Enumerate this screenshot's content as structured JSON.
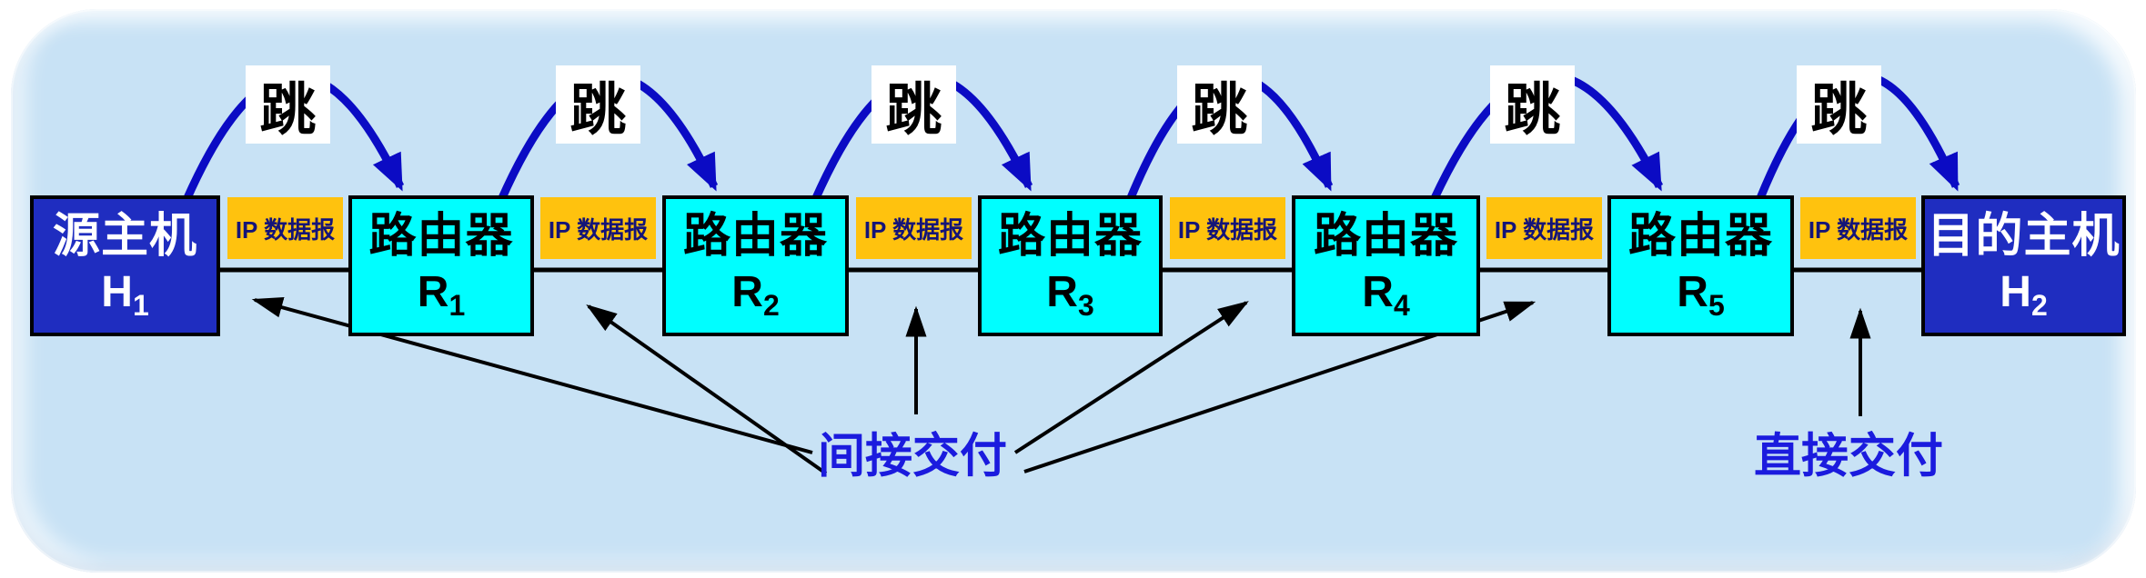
{
  "figure_title": "IP datagram hop-by-hop delivery diagram",
  "nodes": [
    {
      "name": "源主机",
      "id_base": "H",
      "id_sub": "1",
      "kind": "host"
    },
    {
      "name": "路由器",
      "id_base": "R",
      "id_sub": "1",
      "kind": "router"
    },
    {
      "name": "路由器",
      "id_base": "R",
      "id_sub": "2",
      "kind": "router"
    },
    {
      "name": "路由器",
      "id_base": "R",
      "id_sub": "3",
      "kind": "router"
    },
    {
      "name": "路由器",
      "id_base": "R",
      "id_sub": "4",
      "kind": "router"
    },
    {
      "name": "路由器",
      "id_base": "R",
      "id_sub": "5",
      "kind": "router"
    },
    {
      "name": "目的主机",
      "id_base": "H",
      "id_sub": "2",
      "kind": "host"
    }
  ],
  "ip_labels": [
    "IP 数据报",
    "IP 数据报",
    "IP 数据报",
    "IP 数据报",
    "IP 数据报",
    "IP 数据报"
  ],
  "hop_labels": [
    "跳",
    "跳",
    "跳",
    "跳",
    "跳",
    "跳"
  ],
  "annotations": {
    "indirect": "间接交付",
    "direct": "直接交付"
  },
  "colors": {
    "panelBg": "#C8E2F5",
    "pageBg": "#FFFFFF",
    "hostBg": "#1F2DC0",
    "hostText": "#FFFFFF",
    "routerBg": "#00FEFF",
    "nodeBorder": "#000000",
    "ipBg": "#FFC20E",
    "ipText": "#141478",
    "hopBoxBg": "#FFFFFF",
    "hopText": "#000000",
    "hopArc": "#0B0BC4",
    "annotationText": "#1B1BDE",
    "lineBlack": "#000000"
  }
}
